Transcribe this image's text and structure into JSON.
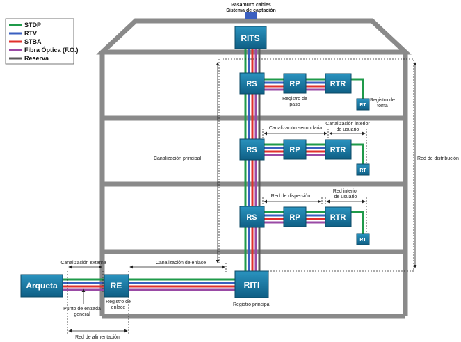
{
  "colors": {
    "stdp": "#1f9a4a",
    "rtv": "#3a5fc0",
    "stba": "#e0302c",
    "fibra": "#9a4aa5",
    "reserva": "#5a5a5a",
    "wall": "#8a8a8a",
    "box": "#1a7fa8"
  },
  "legend": [
    {
      "label": "STDP",
      "color": "#1f9a4a"
    },
    {
      "label": "RTV",
      "color": "#3a5fc0"
    },
    {
      "label": "STBA",
      "color": "#e0302c"
    },
    {
      "label": "Fibra Óptica (F.O.)",
      "color": "#9a4aa5"
    },
    {
      "label": "Reserva",
      "color": "#5a5a5a"
    }
  ],
  "boxes": {
    "rits": "RITS",
    "rs": "RS",
    "rp": "RP",
    "rtr": "RTR",
    "rt": "RT",
    "re": "RE",
    "riti": "RITI",
    "arqueta": "Arqueta"
  },
  "labels": {
    "pasamuro_1": "Pasamuro cables",
    "pasamuro_2": "Sistema de captación",
    "registro_paso_1": "Registro de",
    "registro_paso_2": "paso",
    "registro_toma_1": "Registro de",
    "registro_toma_2": "toma",
    "canal_secundaria": "Canalización secundaria",
    "canal_interior_1": "Canalización interior",
    "canal_interior_2": "de usuario",
    "canal_principal": "Canalización principal",
    "red_distribucion": "Red de distribución",
    "red_dispersion": "Red de dispersión",
    "red_interior_1": "Red interior",
    "red_interior_2": "de usuario",
    "canal_externa": "Canalización externa",
    "canal_enlace": "Canalización de enlace",
    "punto_entrada_1": "Punto de entrada",
    "punto_entrada_2": "general",
    "registro_enlace_1": "Registro de",
    "registro_enlace_2": "enlace",
    "registro_principal": "Registro principal",
    "red_alimentacion": "Red de alimentación"
  }
}
